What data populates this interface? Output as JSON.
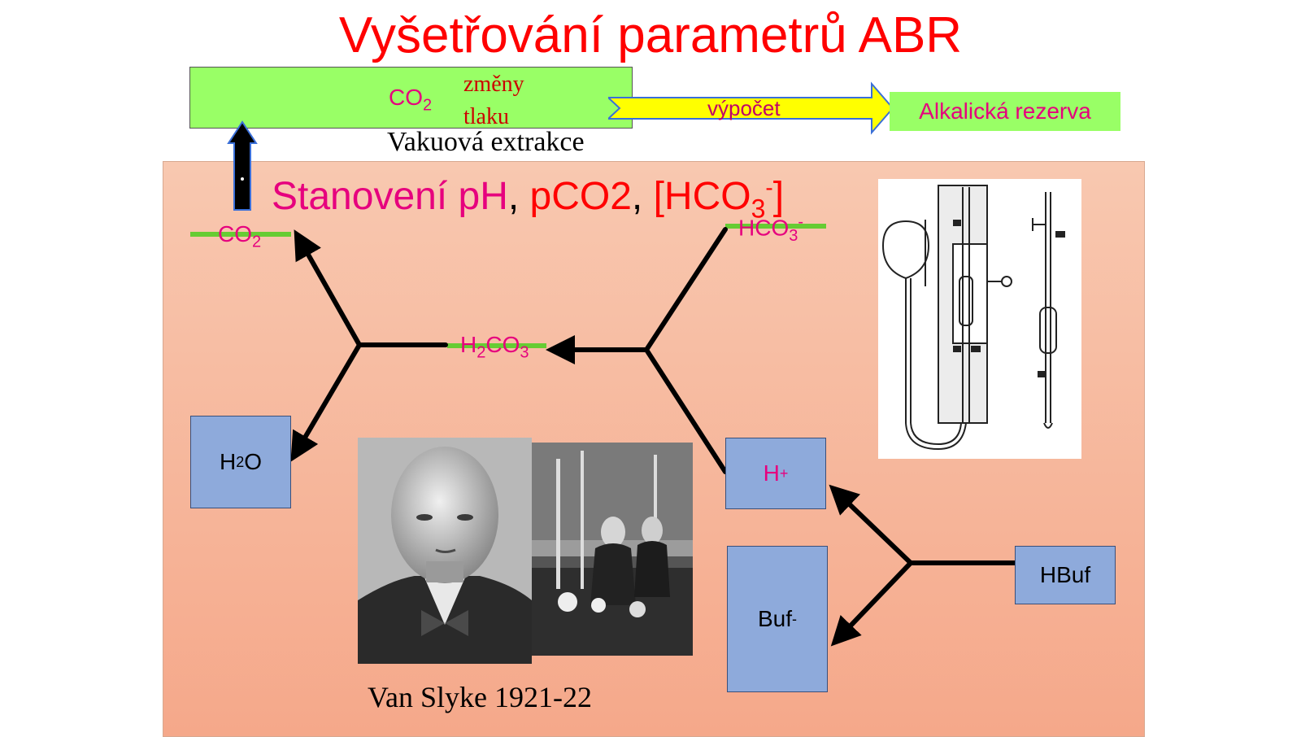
{
  "title": "Vyšetřování parametrů ABR",
  "top_bar": {
    "co2_main": "CO",
    "co2_sub": "2",
    "pressure_line1": "změny",
    "pressure_line2": "tlaku",
    "extraction": "Vakuová extrakce"
  },
  "calc_arrow_label": "výpočet",
  "result_label": "Alkalická rezerva",
  "heading": {
    "part1": "Stanovení pH",
    "sep1": ", ",
    "part2": "pCO2",
    "sep2": ", ",
    "part3_open": "[HCO",
    "part3_sub": "3",
    "part3_sup": "-",
    "part3_close": "]"
  },
  "species": {
    "co2_main": "CO",
    "co2_sub": "2",
    "hco3_main": "HCO",
    "hco3_sub": "3",
    "hco3_sup": "-",
    "h2co3_a": "H",
    "h2co3_sub1": "2",
    "h2co3_b": "CO",
    "h2co3_sub2": "3",
    "h2o_a": "H",
    "h2o_sub": "2",
    "h2o_b": "O",
    "hplus_main": "H",
    "hplus_sup": "+",
    "buf_main": "Buf",
    "buf_sup": "-",
    "hbuf": "HBuf"
  },
  "caption": "Van Slyke 1921-22",
  "colors": {
    "title": "#ff0000",
    "bar_green": "#99ff66",
    "arrow_yellow": "#ffff00",
    "panel": "#f5a88a",
    "box_blue": "#8eaadb",
    "accent_pink": "#e6007e"
  }
}
